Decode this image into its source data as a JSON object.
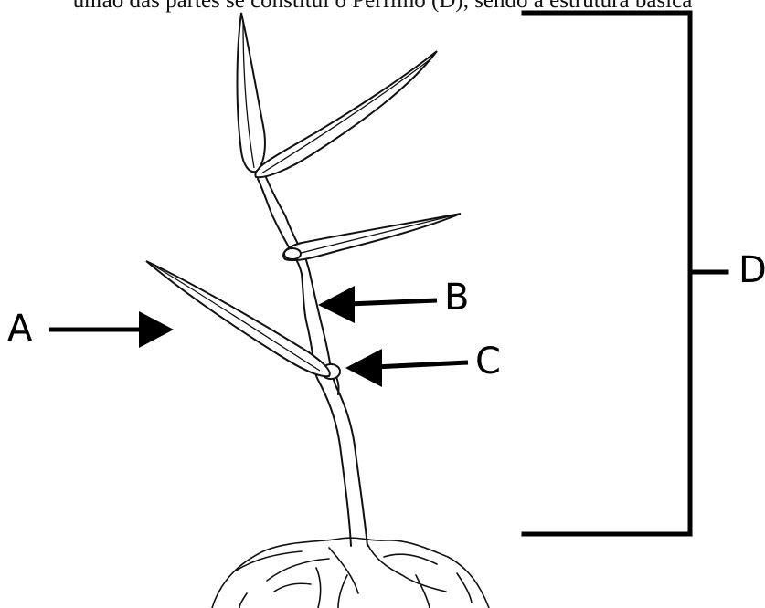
{
  "caption_fragment": "união das partes se constitui o Perfilho (D), sendo a estrutura básica",
  "labels": {
    "A": "A",
    "B": "B",
    "C": "C",
    "D": "D"
  }
}
